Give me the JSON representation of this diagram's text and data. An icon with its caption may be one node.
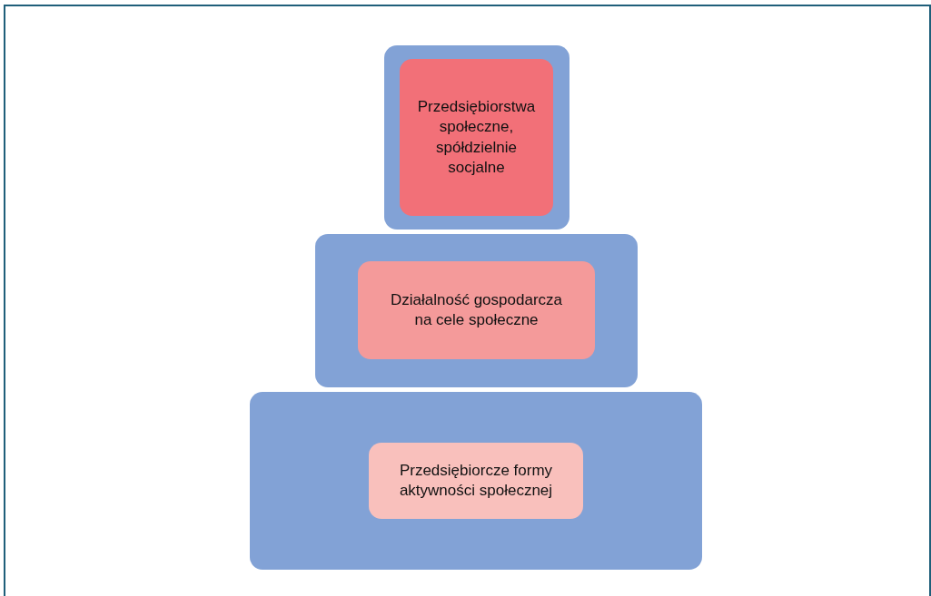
{
  "diagram": {
    "nodes": [
      {
        "text": [],
        "shape": "box"
      },
      {
        "text": [
          "Przedsiębiorstwa społeczne, spółdzielnie socjalne"
        ],
        "in": 0
      },
      {
        "text": [],
        "shape": "box"
      },
      {
        "text": [
          "Działalność gospodarcza na cele społeczne"
        ],
        "in": 2
      },
      {
        "text": [],
        "shape": "box"
      },
      {
        "text": [
          "Przedsiębiorcze formy aktywności społecznej"
        ],
        "in": 4
      }
    ]
  }
}
